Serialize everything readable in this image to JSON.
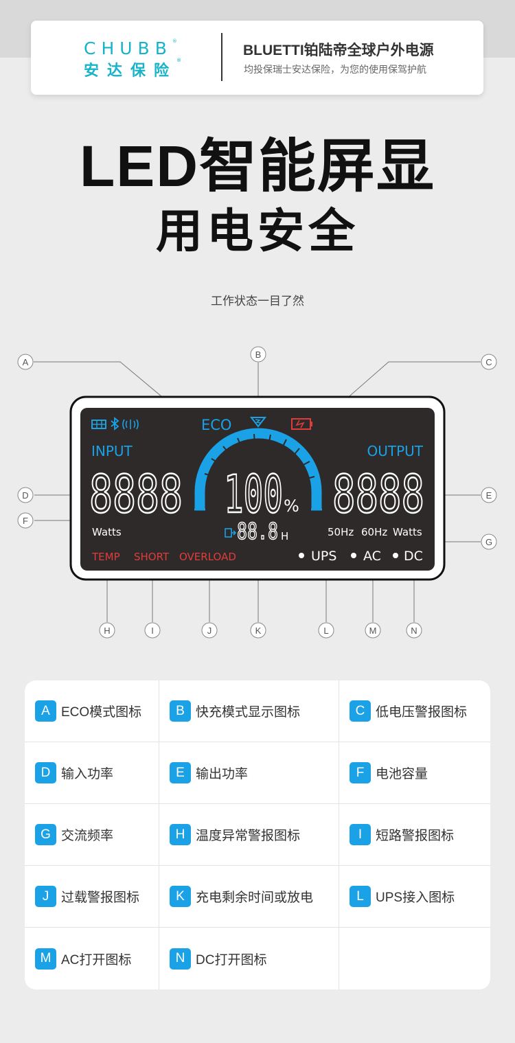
{
  "banner": {
    "brand_en": "CHUBB",
    "brand_cn": "安达保险",
    "reg_mark": "®",
    "title": "BLUETTI铂陆帝全球户外电源",
    "subtitle": "均投保瑞士安达保险，为您的使用保驾护航"
  },
  "headline": {
    "line1": "LED智能屏显",
    "line2": "用电安全"
  },
  "tagline": "工作状态一目了然",
  "screen": {
    "eco": "ECO",
    "input": "INPUT",
    "output": "OUTPUT",
    "input_digits": "8888",
    "output_digits": "8888",
    "battery": "100",
    "percent": "%",
    "time": "88.8",
    "time_unit": "H",
    "input_unit": "Watts",
    "freq_50": "50Hz",
    "freq_60": "60Hz",
    "output_unit": "Watts",
    "temp": "TEMP",
    "short": "SHORT",
    "overload": "OVERLOAD",
    "ups": "UPS",
    "ac": "AC",
    "dc": "DC",
    "battery_level": 1.0
  },
  "colors": {
    "accent": "#1aa1e6",
    "screen_bg": "#2e2a2a",
    "alert_red": "#e03c3c",
    "brand_teal": "#17b3c9"
  },
  "callouts": [
    "A",
    "B",
    "C",
    "D",
    "E",
    "F",
    "G",
    "H",
    "I",
    "J",
    "K",
    "L",
    "M",
    "N"
  ],
  "legend": [
    {
      "letter": "A",
      "label": "ECO模式图标"
    },
    {
      "letter": "B",
      "label": "快充模式显示图标"
    },
    {
      "letter": "C",
      "label": "低电压警报图标"
    },
    {
      "letter": "D",
      "label": "输入功率"
    },
    {
      "letter": "E",
      "label": "输出功率"
    },
    {
      "letter": "F",
      "label": "电池容量"
    },
    {
      "letter": "G",
      "label": "交流频率"
    },
    {
      "letter": "H",
      "label": "温度异常警报图标"
    },
    {
      "letter": "I",
      "label": "短路警报图标"
    },
    {
      "letter": "J",
      "label": "过载警报图标"
    },
    {
      "letter": "K",
      "label": "充电剩余时间或放电"
    },
    {
      "letter": "L",
      "label": "UPS接入图标"
    },
    {
      "letter": "M",
      "label": "AC打开图标"
    },
    {
      "letter": "N",
      "label": "DC打开图标"
    }
  ]
}
